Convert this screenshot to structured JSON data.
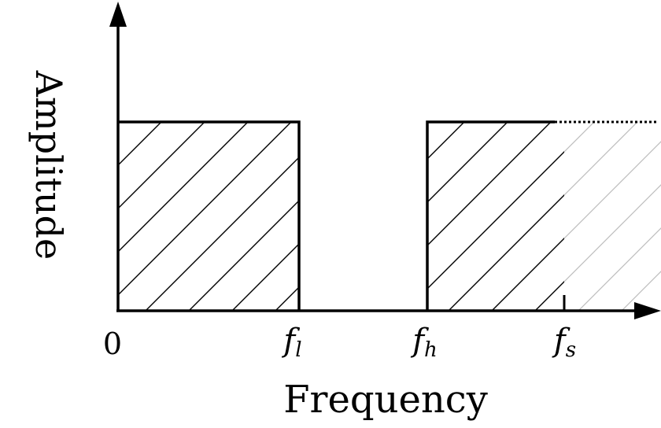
{
  "diagram": {
    "y_axis_label": "Amplitude",
    "x_axis_label": "Frequency",
    "ticks": [
      {
        "main": "0",
        "sub": ""
      },
      {
        "main": "f",
        "sub": "l"
      },
      {
        "main": "f",
        "sub": "h"
      },
      {
        "main": "f",
        "sub": "s"
      }
    ]
  }
}
